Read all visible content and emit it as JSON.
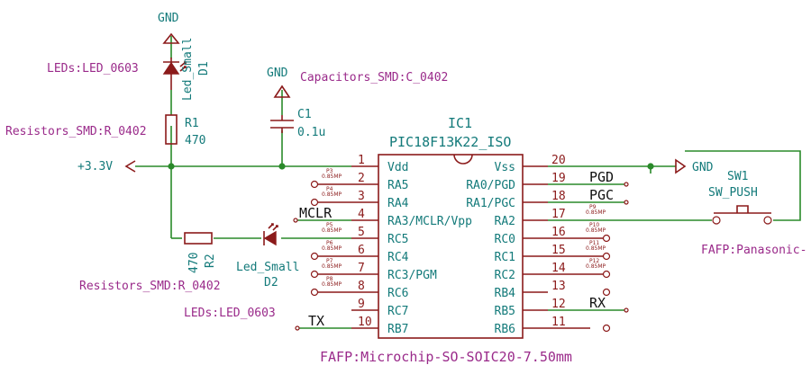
{
  "ic": {
    "ref": "IC1",
    "value": "PIC18F13K22_ISO",
    "footprint": "FAFP:Microchip-SO-SOIC20-7.50mm",
    "left_pins": [
      {
        "num": "1",
        "name": "Vdd"
      },
      {
        "num": "2",
        "name": "RA5"
      },
      {
        "num": "3",
        "name": "RA4"
      },
      {
        "num": "4",
        "name": "RA3/MCLR/Vpp"
      },
      {
        "num": "5",
        "name": "RC5"
      },
      {
        "num": "6",
        "name": "RC4"
      },
      {
        "num": "7",
        "name": "RC3/PGM"
      },
      {
        "num": "8",
        "name": "RC6"
      },
      {
        "num": "9",
        "name": "RC7"
      },
      {
        "num": "10",
        "name": "RB7"
      }
    ],
    "right_pins": [
      {
        "num": "20",
        "name": "Vss"
      },
      {
        "num": "19",
        "name": "RA0/PGD"
      },
      {
        "num": "18",
        "name": "RA1/PGC"
      },
      {
        "num": "17",
        "name": "RA2"
      },
      {
        "num": "16",
        "name": "RC0"
      },
      {
        "num": "15",
        "name": "RC1"
      },
      {
        "num": "14",
        "name": "RC2"
      },
      {
        "num": "13",
        "name": "RB4"
      },
      {
        "num": "12",
        "name": "RB5"
      },
      {
        "num": "11",
        "name": "RB6"
      }
    ]
  },
  "testpoints": {
    "left": [
      {
        "ref": "P3",
        "val": "0.85MP"
      },
      {
        "ref": "P4",
        "val": "0.85MP"
      },
      {
        "ref": "P5",
        "val": "0.85MP"
      },
      {
        "ref": "P6",
        "val": "0.85MP"
      },
      {
        "ref": "P7",
        "val": "0.85MP"
      },
      {
        "ref": "P8",
        "val": "0.85MP"
      }
    ],
    "right": [
      {
        "ref": "P9",
        "val": "0.85MP"
      },
      {
        "ref": "P10",
        "val": "0.85MP"
      },
      {
        "ref": "P11",
        "val": "0.85MP"
      },
      {
        "ref": "P12",
        "val": "0.85MP"
      }
    ]
  },
  "net_labels": {
    "mclr": "MCLR",
    "tx": "TX",
    "pgd": "PGD",
    "pgc": "PGC",
    "rx": "RX"
  },
  "power": {
    "gnd_top": "GND",
    "gnd_cap": "GND",
    "gnd_right": "GND",
    "v33": "+3.3V"
  },
  "d1": {
    "ref": "D1",
    "value": "Led_Small",
    "footprint": "LEDs:LED_0603"
  },
  "r1": {
    "ref": "R1",
    "value": "470",
    "footprint": "Resistors_SMD:R_0402"
  },
  "c1": {
    "ref": "C1",
    "value": "0.1u",
    "footprint": "Capacitors_SMD:C_0402"
  },
  "r2": {
    "ref": "R2",
    "value": "470",
    "footprint": "Resistors_SMD:R_0402"
  },
  "d2": {
    "ref": "D2",
    "value": "Led_Small",
    "footprint": "LEDs:LED_0603"
  },
  "sw1": {
    "ref": "SW1",
    "value": "SW_PUSH",
    "footprint": "FAFP:Panasonic-"
  }
}
